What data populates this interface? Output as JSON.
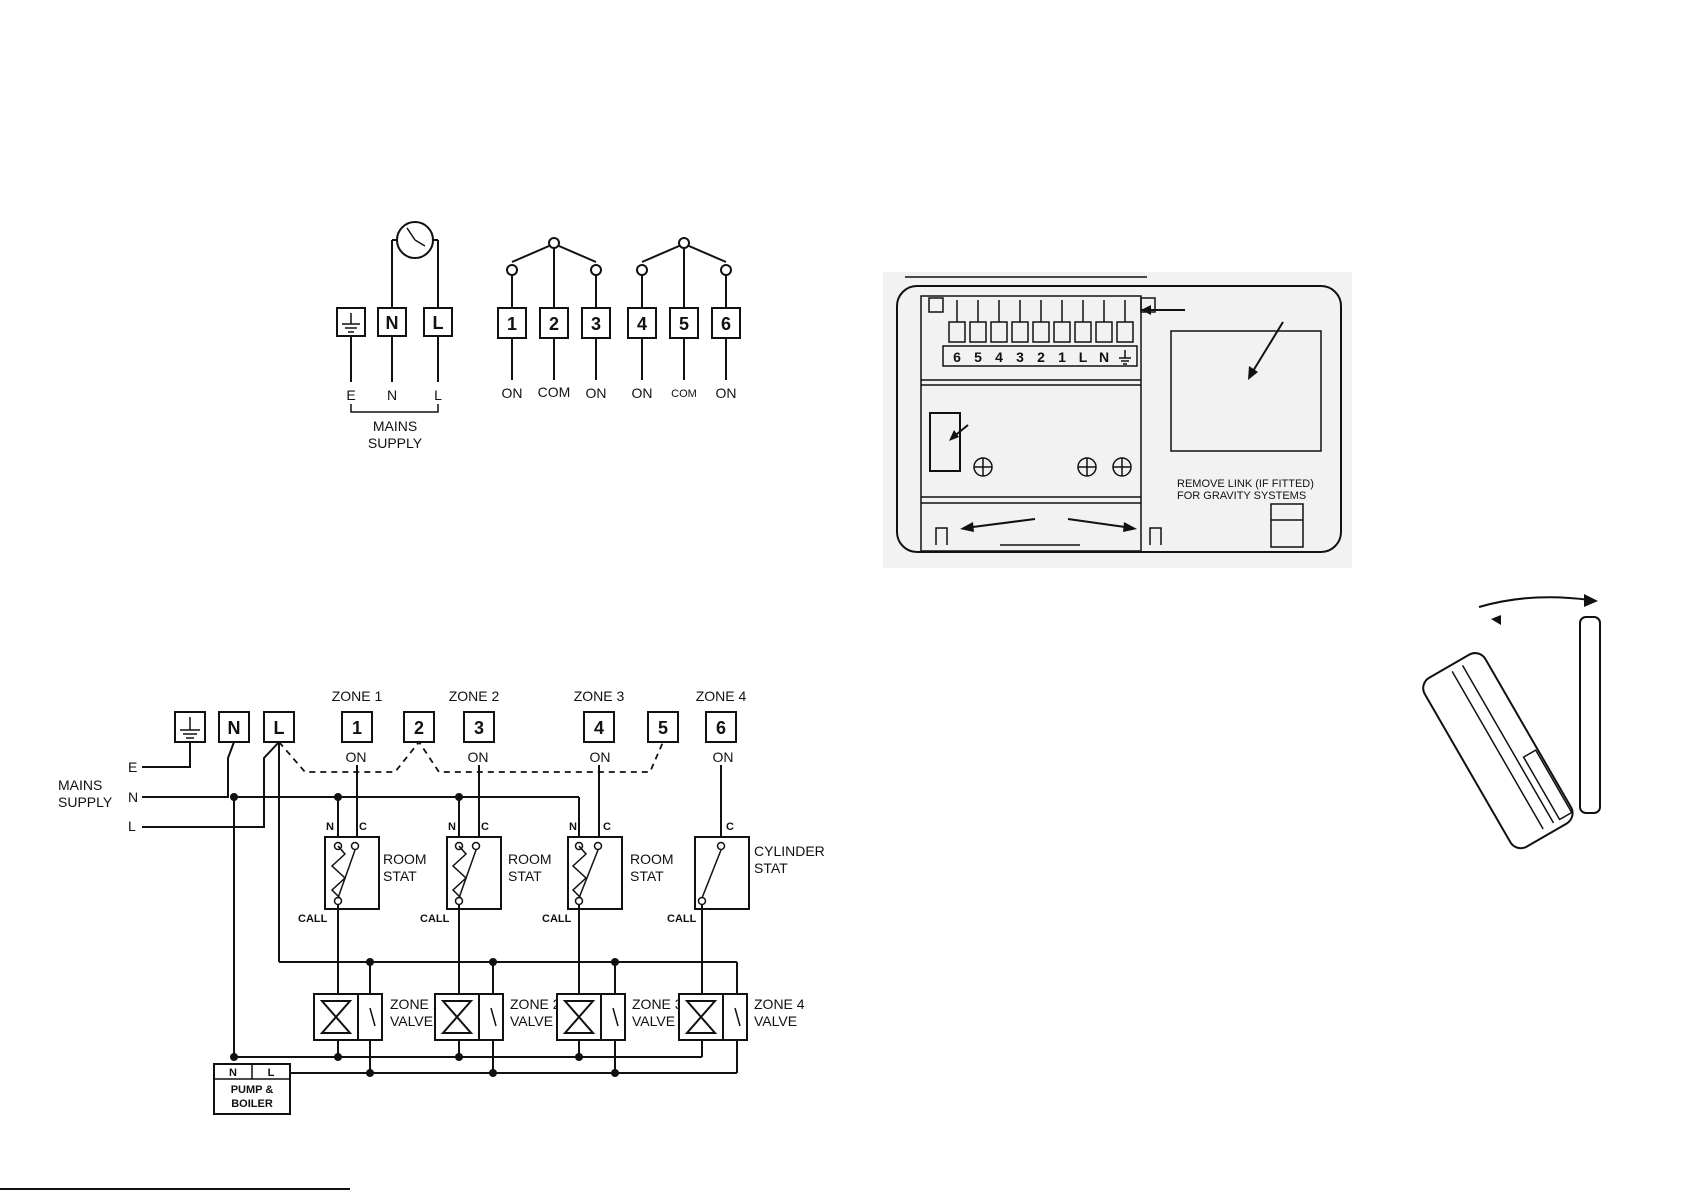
{
  "terminal_diagram": {
    "power_terminals": [
      "N",
      "L"
    ],
    "channel_terminals": [
      "1",
      "2",
      "3",
      "4",
      "5",
      "6"
    ],
    "power_labels": [
      "E",
      "N",
      "L"
    ],
    "channel_labels": [
      "ON",
      "COM",
      "ON",
      "ON",
      "COM",
      "ON"
    ],
    "mains_supply": [
      "MAINS",
      "SUPPLY"
    ]
  },
  "backplate": {
    "strip_labels": [
      "6",
      "5",
      "4",
      "3",
      "2",
      "1",
      "L",
      "N"
    ],
    "note_line1": "REMOVE LINK (IF FITTED)",
    "note_line2": "FOR GRAVITY SYSTEMS"
  },
  "wiring": {
    "zone_headings": [
      "ZONE 1",
      "ZONE 2",
      "ZONE 3",
      "ZONE 4"
    ],
    "terminals": [
      "N",
      "L",
      "1",
      "2",
      "3",
      "4",
      "5",
      "6"
    ],
    "on_labels": [
      "ON",
      "ON",
      "ON",
      "ON"
    ],
    "supply_letters": [
      "E",
      "N",
      "L"
    ],
    "mains_supply": [
      "MAINS",
      "SUPPLY"
    ],
    "stat_labels": [
      [
        "ROOM",
        "STAT"
      ],
      [
        "ROOM",
        "STAT"
      ],
      [
        "ROOM",
        "STAT"
      ],
      [
        "CYLINDER",
        "STAT"
      ]
    ],
    "stat_n": "N",
    "stat_c": "C",
    "call_label": "CALL",
    "valve_labels": [
      [
        "ZONE 1",
        "VALVE"
      ],
      [
        "ZONE 2",
        "VALVE"
      ],
      [
        "ZONE 3",
        "VALVE"
      ],
      [
        "ZONE 4",
        "VALVE"
      ]
    ],
    "boiler": {
      "n": "N",
      "l": "L",
      "line1": "PUMP &",
      "line2": "BOILER"
    }
  }
}
